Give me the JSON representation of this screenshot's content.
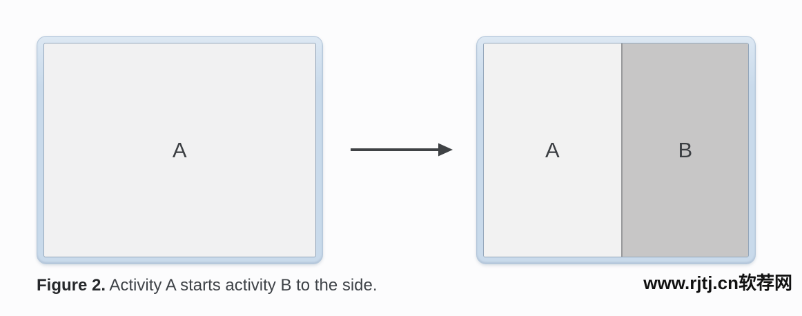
{
  "figure": {
    "before_device": {
      "screen_label": "A"
    },
    "after_device": {
      "panes": [
        {
          "label": "A"
        },
        {
          "label": "B"
        }
      ]
    }
  },
  "caption": {
    "prefix": "Figure 2.",
    "rest": " Activity A starts activity B to the side."
  },
  "watermark": "www.rjtj.cn软荐网",
  "colors": {
    "bezel": "#c9daeb",
    "bezel_edge": "#b5c7da",
    "bezel_hi": "#dde8f3",
    "screen_a": "#f1f1f2",
    "pane_a": "#f2f2f2",
    "pane_b": "#c7c6c6",
    "divider": "#98999b",
    "screen_edge": "#93a6ba",
    "letter": "#3b3e42",
    "arrow": "#3f4245",
    "caption_text": "#3f4348",
    "caption_bold": "#26282b",
    "watermark_text": "#111111",
    "background": "#fcfcfd"
  }
}
